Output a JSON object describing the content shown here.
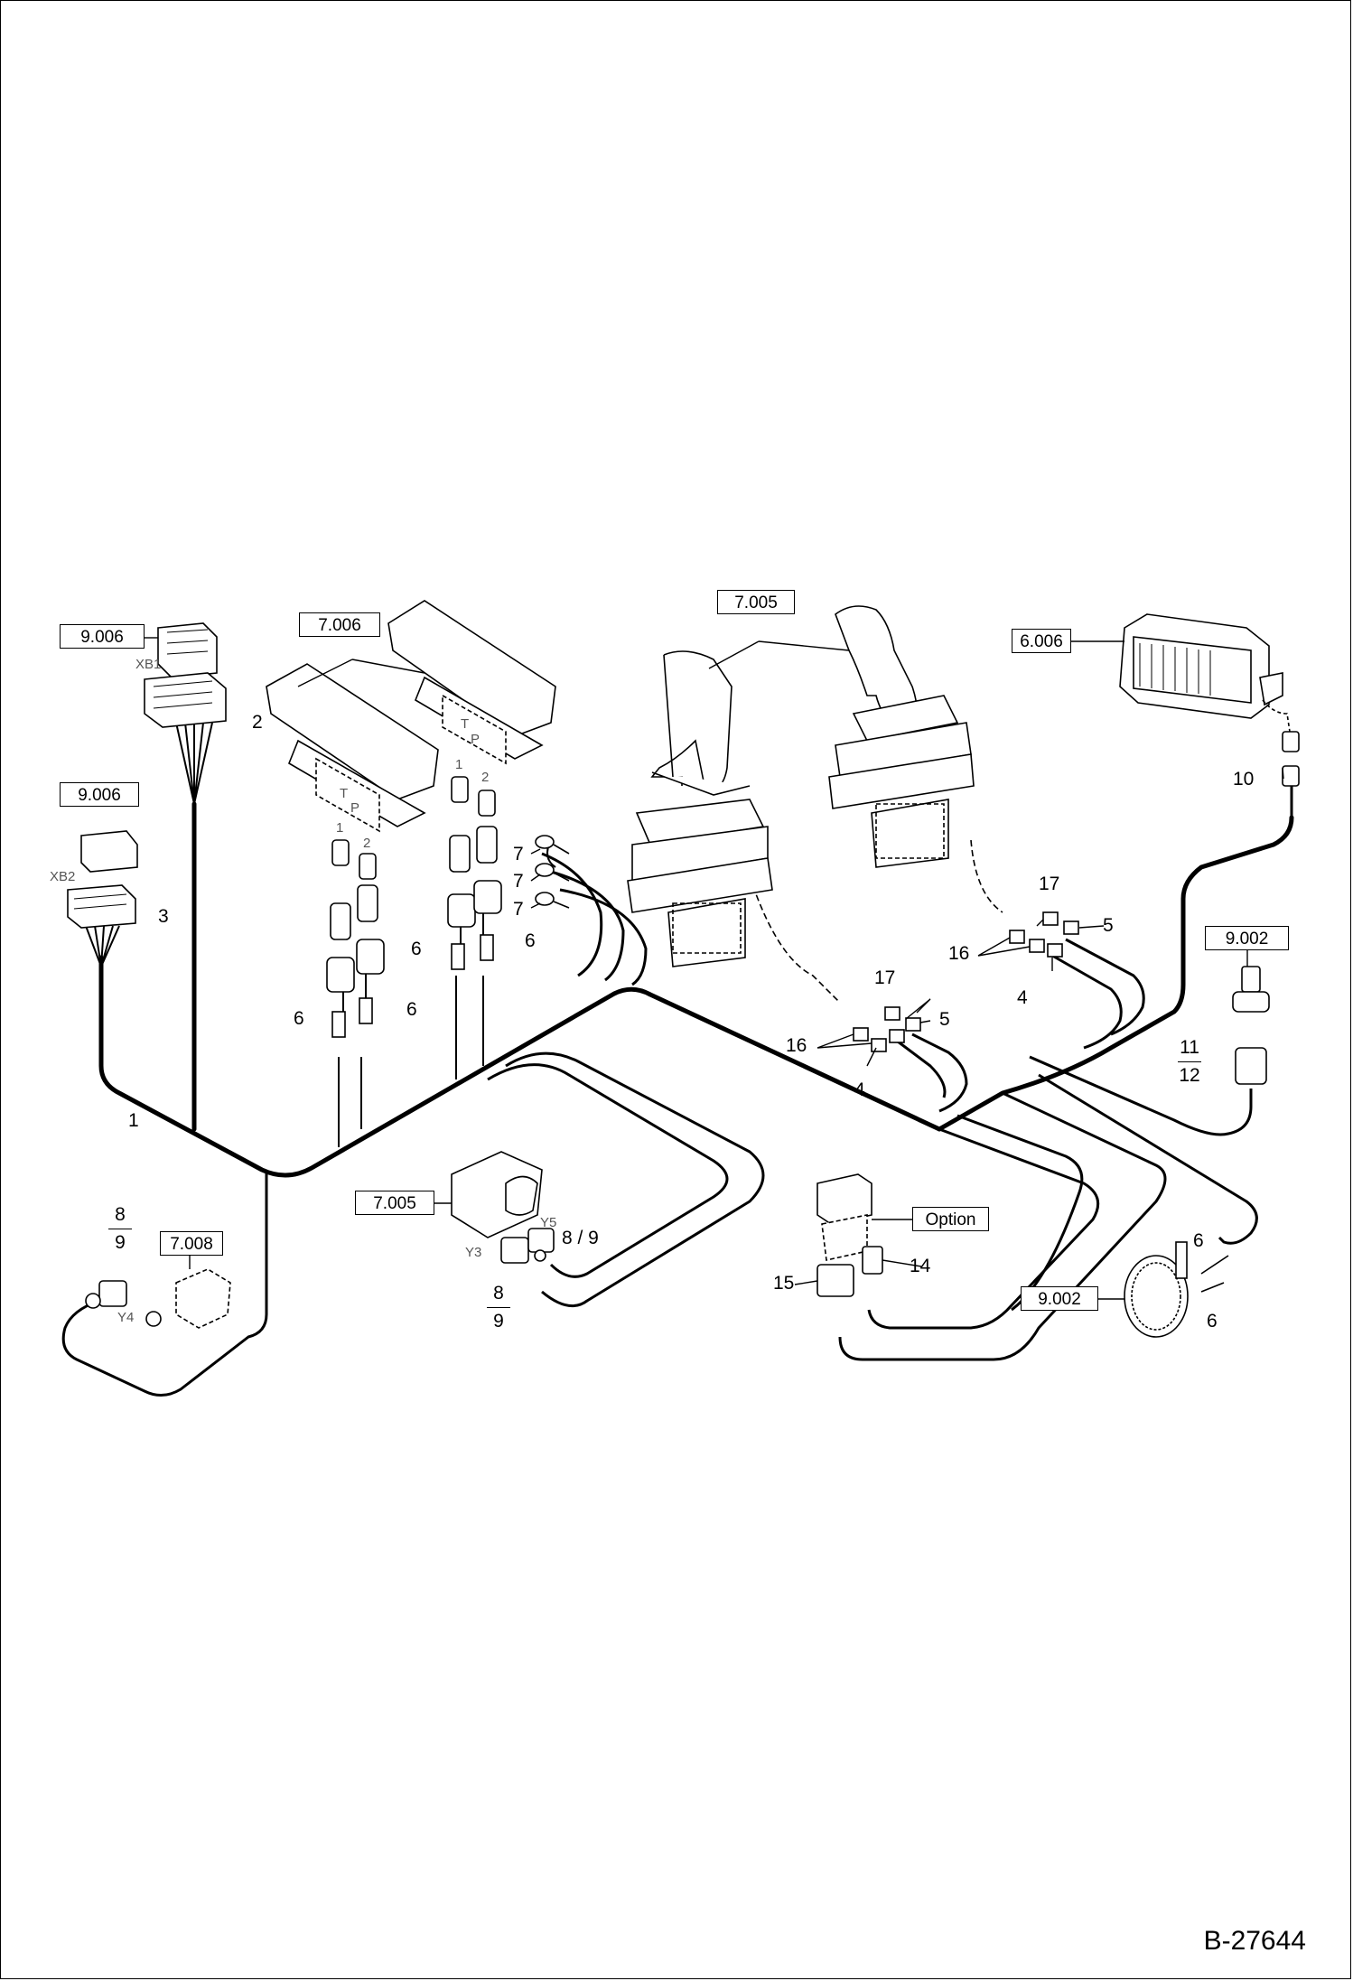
{
  "drawing_number": "B-27644",
  "reference_boxes": {
    "xb1_ref": "9.006",
    "xb2_ref": "9.006",
    "pedals_ref": "7.006",
    "joysticks_ref": "7.005",
    "control_unit_ref": "6.006",
    "pressure_switch_ref": "9.002",
    "valve_block_ref": "7.005",
    "valve_small_ref": "7.008",
    "option_box": "Option",
    "horn_ref": "9.002"
  },
  "connector_labels": {
    "xb1": "XB1",
    "xb2": "XB2",
    "y3": "Y3",
    "y4": "Y4",
    "y5": "Y5",
    "p1": "1",
    "p2": "2",
    "p1b": "1",
    "p2b": "2",
    "t1": "T",
    "p_1": "P",
    "t2": "T",
    "p_2": "P"
  },
  "part_numbers": {
    "n1": "1",
    "n2": "2",
    "n3": "3",
    "n4a": "4",
    "n4b": "4",
    "n5a": "5",
    "n5b": "5",
    "n6a": "6",
    "n6b": "6",
    "n6c": "6",
    "n6d": "6",
    "n6e": "6",
    "n6f": "6",
    "n7a": "7",
    "n7b": "7",
    "n7c": "7",
    "n8_9_y5": "8 / 9",
    "n10": "10",
    "n11": "11",
    "n12": "12",
    "n14": "14",
    "n15": "15",
    "n16a": "16",
    "n16b": "16",
    "n17a": "17",
    "n17b": "17",
    "n8_left": "8",
    "n9_left": "9",
    "n8_mid": "8",
    "n9_mid": "9"
  }
}
